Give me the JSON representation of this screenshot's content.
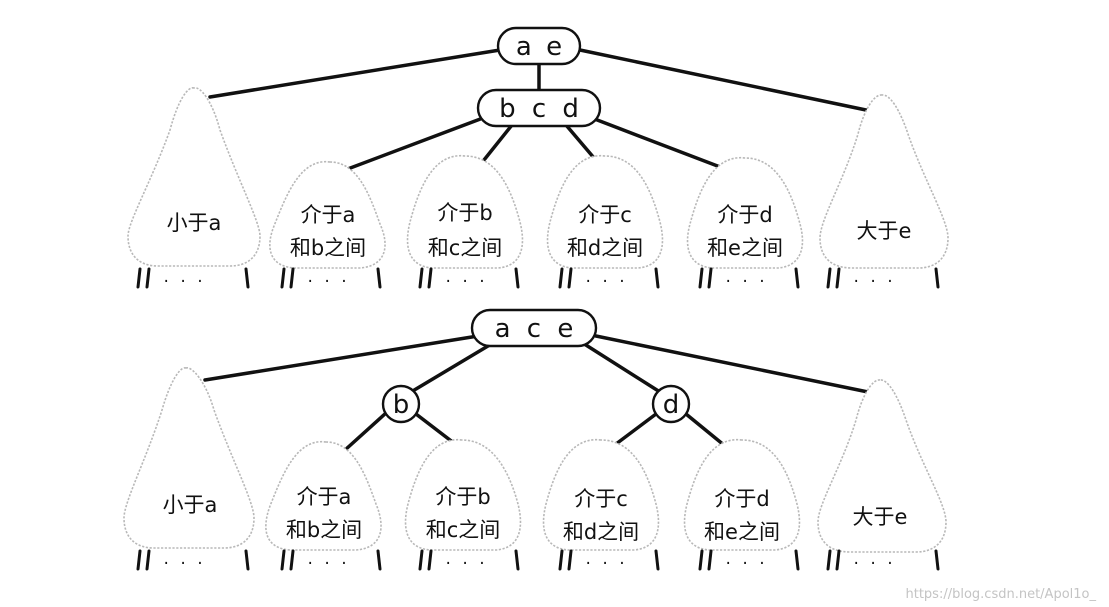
{
  "diagrams": [
    {
      "root_keys": "a e",
      "middle_node": "b c d",
      "subtrees": [
        {
          "line1": "小于a",
          "line2": ""
        },
        {
          "line1": "介于a",
          "line2": "和b之间"
        },
        {
          "line1": "介于b",
          "line2": "和c之间"
        },
        {
          "line1": "介于c",
          "line2": "和d之间"
        },
        {
          "line1": "介于d",
          "line2": "和e之间"
        },
        {
          "line1": "大于e",
          "line2": ""
        }
      ]
    },
    {
      "root_keys": "a c e",
      "left_child": "b",
      "right_child": "d",
      "subtrees": [
        {
          "line1": "小于a",
          "line2": ""
        },
        {
          "line1": "介于a",
          "line2": "和b之间"
        },
        {
          "line1": "介于b",
          "line2": "和c之间"
        },
        {
          "line1": "介于c",
          "line2": "和d之间"
        },
        {
          "line1": "介于d",
          "line2": "和e之间"
        },
        {
          "line1": "大于e",
          "line2": ""
        }
      ]
    }
  ],
  "leaf_dots": "· · ·",
  "watermark": "https://blog.csdn.net/Apol1o_"
}
